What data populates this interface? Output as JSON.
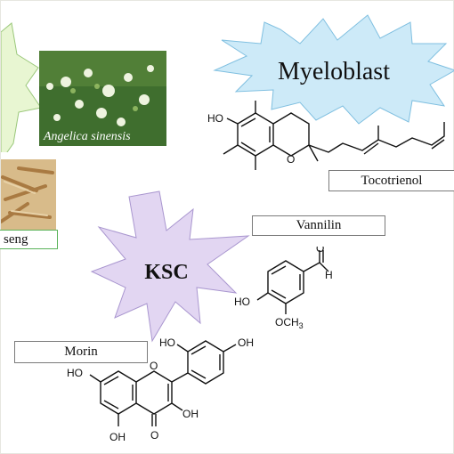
{
  "colors": {
    "green_star": "#e8f6d2",
    "myeloblast_star": "#cdeaf8",
    "ksc_star": "#e2d6f2",
    "photo_plant": "#3f6e2e",
    "photo_root": "#c9a06a"
  },
  "plants": {
    "angelica_caption": "Angelica sinensis",
    "ginseng_caption": "seng"
  },
  "bursts": {
    "myeloblast": "Myeloblast",
    "ksc": "KSC"
  },
  "compounds": {
    "tocotrienol": "Tocotrienol",
    "vannilin": "Vannilin",
    "morin": "Morin"
  },
  "atoms": {
    "ho": "HO",
    "oh": "OH",
    "o": "O",
    "h": "H",
    "och3": "OCH",
    "och3_sub": "3"
  }
}
